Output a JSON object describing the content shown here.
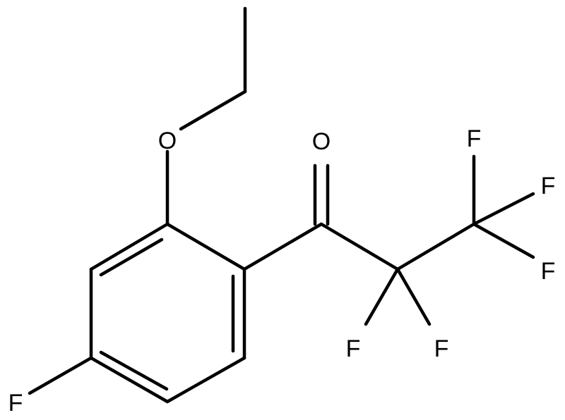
{
  "molecule": {
    "atoms": {
      "o_ether": "O",
      "o_carbonyl": "O",
      "f_ring": "F",
      "f_cf3_top": "F",
      "f_cf3_right": "F",
      "f_cf3_lower": "F",
      "f_cf2_left": "F",
      "f_cf2_right": "F"
    }
  },
  "colors": {
    "bond": "#000000",
    "background": "#ffffff"
  }
}
